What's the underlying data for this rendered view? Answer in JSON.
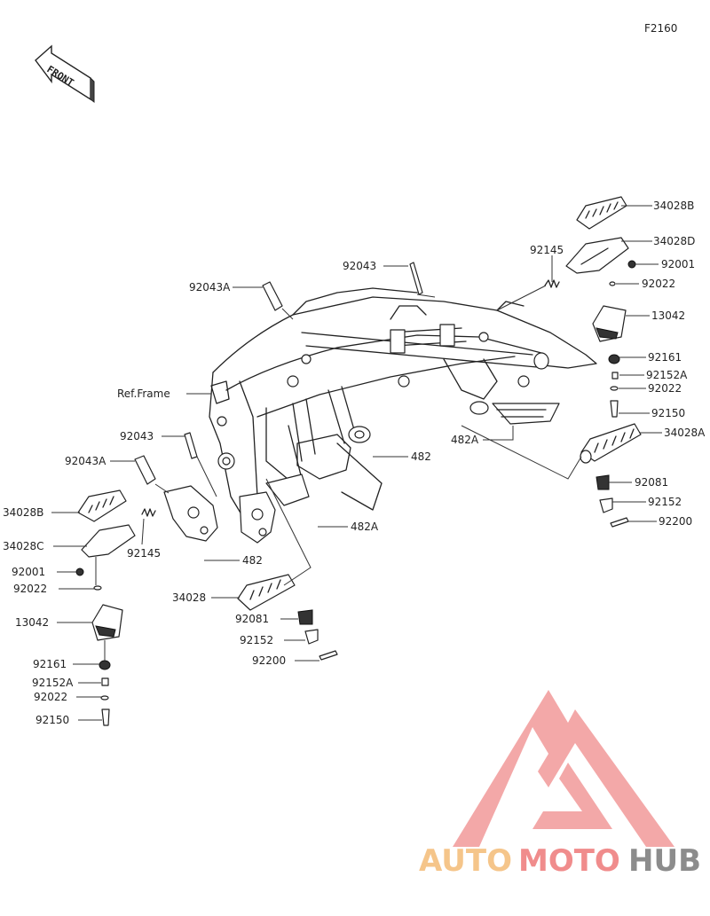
{
  "diagram_code": "F2160",
  "front_label": "FRONT",
  "ref_frame_label": "Ref.Frame",
  "watermark": {
    "part_auto": "AUTO",
    "part_moto": "MOTO",
    "part_hub": "HUB",
    "color_auto": "#f5c58a",
    "color_moto": "#f08c8c",
    "color_hub": "#8c8c8c"
  },
  "callouts": [
    "34028B",
    "34028D",
    "92145",
    "92043",
    "92001",
    "92043A",
    "92022",
    "13042",
    "92161",
    "92152A",
    "92022",
    "92150",
    "34028A",
    "482A",
    "482",
    "92081",
    "92152",
    "92200",
    "92043",
    "92043A",
    "34028B",
    "34028C",
    "92145",
    "482",
    "482A",
    "92001",
    "92022",
    "34028",
    "13042",
    "92081",
    "92152",
    "92200",
    "92161",
    "92152A",
    "92022",
    "92150"
  ]
}
